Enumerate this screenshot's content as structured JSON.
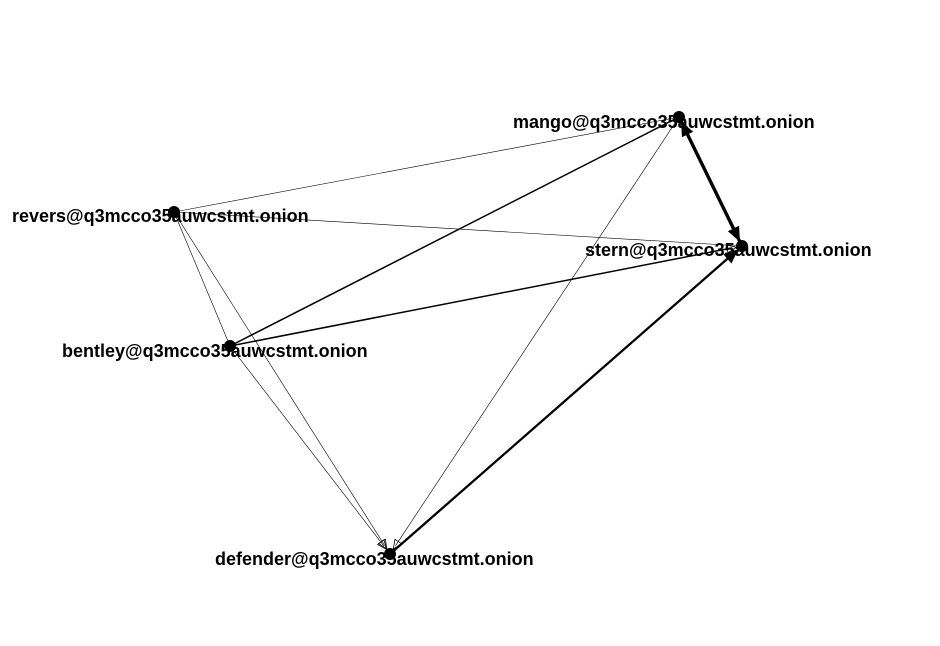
{
  "colors": {
    "edge": "#000000",
    "node": "#000000",
    "background": "#ffffff"
  },
  "nodes": [
    {
      "id": "mango",
      "label": "mango@q3mcco35auwcstmt.onion"
    },
    {
      "id": "revers",
      "label": "revers@q3mcco35auwcstmt.onion"
    },
    {
      "id": "stern",
      "label": "stern@q3mcco35auwcstmt.onion"
    },
    {
      "id": "bentley",
      "label": "bentley@q3mcco35auwcstmt.onion"
    },
    {
      "id": "defender",
      "label": "defender@q3mcco35auwcstmt.onion"
    }
  ],
  "edges": [
    {
      "from": "revers",
      "to": "mango",
      "weight": 1,
      "directed": false
    },
    {
      "from": "revers",
      "to": "stern",
      "weight": 1,
      "directed": false
    },
    {
      "from": "revers",
      "to": "bentley",
      "weight": 1,
      "directed": false
    },
    {
      "from": "revers",
      "to": "defender",
      "weight": 1,
      "directed": true
    },
    {
      "from": "bentley",
      "to": "mango",
      "weight": 2,
      "directed": false
    },
    {
      "from": "bentley",
      "to": "stern",
      "weight": 2,
      "directed": true
    },
    {
      "from": "bentley",
      "to": "defender",
      "weight": 1,
      "directed": true
    },
    {
      "from": "mango",
      "to": "defender",
      "weight": 1,
      "directed": true
    },
    {
      "from": "mango",
      "to": "stern",
      "weight": 4,
      "directed": true
    },
    {
      "from": "stern",
      "to": "mango",
      "weight": 4,
      "directed": true
    },
    {
      "from": "defender",
      "to": "stern",
      "weight": 3,
      "directed": true
    }
  ]
}
